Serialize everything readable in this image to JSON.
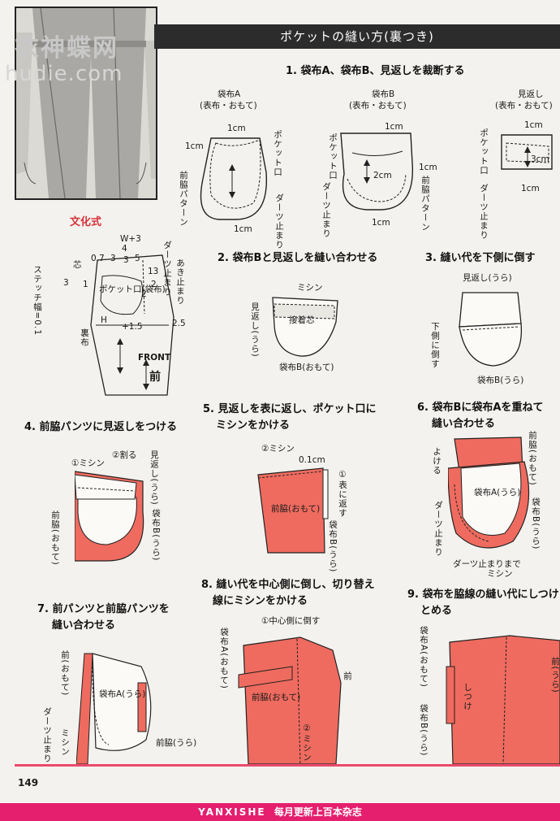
{
  "header": {
    "title": "ポケットの縫い方(裏つき)"
  },
  "watermark": {
    "text1": "衣神蝶网",
    "text2": "hudie.com"
  },
  "bunka": {
    "label": "文化式",
    "stitch": "ステッチ幅=0.1",
    "w3": "W+3",
    "n07": "0.7",
    "n3a": "3",
    "n4": "4",
    "n5": "5",
    "n3b": "3",
    "n13": "13",
    "n2a": "2",
    "n2b": "2",
    "n15": "+1.5",
    "n25": "2.5",
    "n1": "1",
    "n3c": "3",
    "core": "芯",
    "dart": "ダーツ止まり",
    "open": "あき止まり",
    "pocket": "ポケット口(袋布)",
    "lining": "裏布",
    "h": "H",
    "front": "FRONT",
    "mae": "前"
  },
  "s1": {
    "title": "1. 袋布A、袋布B、見返しを裁断する",
    "a_title": "袋布A",
    "a_sub": "(表布・おもて)",
    "b_title": "袋布B",
    "b_sub": "(表布・おもて)",
    "c_title": "見返し",
    "c_sub": "(表布・おもて)",
    "cm": "1cm",
    "cm2": "2cm",
    "cm3": "3cm",
    "pocket": "ポケット口",
    "side": "前脇パターン",
    "dart": "ダーツ止まり"
  },
  "s2": {
    "title": "2. 袋布Bと見返しを縫い合わせる",
    "sewing": "ミシン",
    "interfacing": "接着芯",
    "facing": "見返し(うら)",
    "bag": "袋布B(おもて)"
  },
  "s3": {
    "title": "3. 縫い代を下側に倒す",
    "facing": "見返し(うら)",
    "down": "下側に倒す",
    "bag": "袋布B(うら)"
  },
  "s4": {
    "title": "4. 前脇パンツに見返しをつける",
    "sew": "①ミシン",
    "split": "②割る",
    "facing": "見返し(うら)",
    "side": "前脇(おもて)",
    "bag": "袋布B(うら)"
  },
  "s5": {
    "title": "5. 見返しを表に返し、ポケット口に",
    "title2": "ミシンをかける",
    "sew": "②ミシン",
    "cm": "0.1cm",
    "turn": "①表に返す",
    "side": "前脇(おもて)",
    "bag": "袋布B(うら)"
  },
  "s6": {
    "title": "6. 袋布Bに袋布Aを重ねて",
    "title2": "縫い合わせる",
    "side": "前脇(おもて)",
    "pull": "よける",
    "bagA": "袋布A(うら)",
    "dart": "ダーツ止まり",
    "bagB": "袋布B(うら)",
    "dart2": "ダーツ止まりまで",
    "sew": "ミシン"
  },
  "s7": {
    "title": "7. 前パンツと前脇パンツを",
    "title2": "縫い合わせる",
    "front": "前(おもて)",
    "bagA": "袋布A(うら)",
    "dart": "ダーツ止まり",
    "sew": "ミシン",
    "side": "前脇(うら)"
  },
  "s8": {
    "title": "8. 縫い代を中心側に倒し、切り替え",
    "title2": "線にミシンをかける",
    "center": "①中心側に倒す",
    "bagA": "袋布A(おもて)",
    "side": "前脇(おもて)",
    "front": "前",
    "sew": "②ミシン"
  },
  "s9": {
    "title": "9. 袋布を脇線の縫い代にしつけ",
    "title2": "とめる",
    "bagA": "袋布A(おもて)",
    "baste": "しつけ",
    "bagB": "袋布B(うら)",
    "front": "前(うら)"
  },
  "footer": {
    "page": "149",
    "brand": "YANXISHE",
    "text": "每月更新上百本杂志"
  },
  "colors": {
    "salmon": "#ef6b5f",
    "accent": "#e51e6e"
  }
}
